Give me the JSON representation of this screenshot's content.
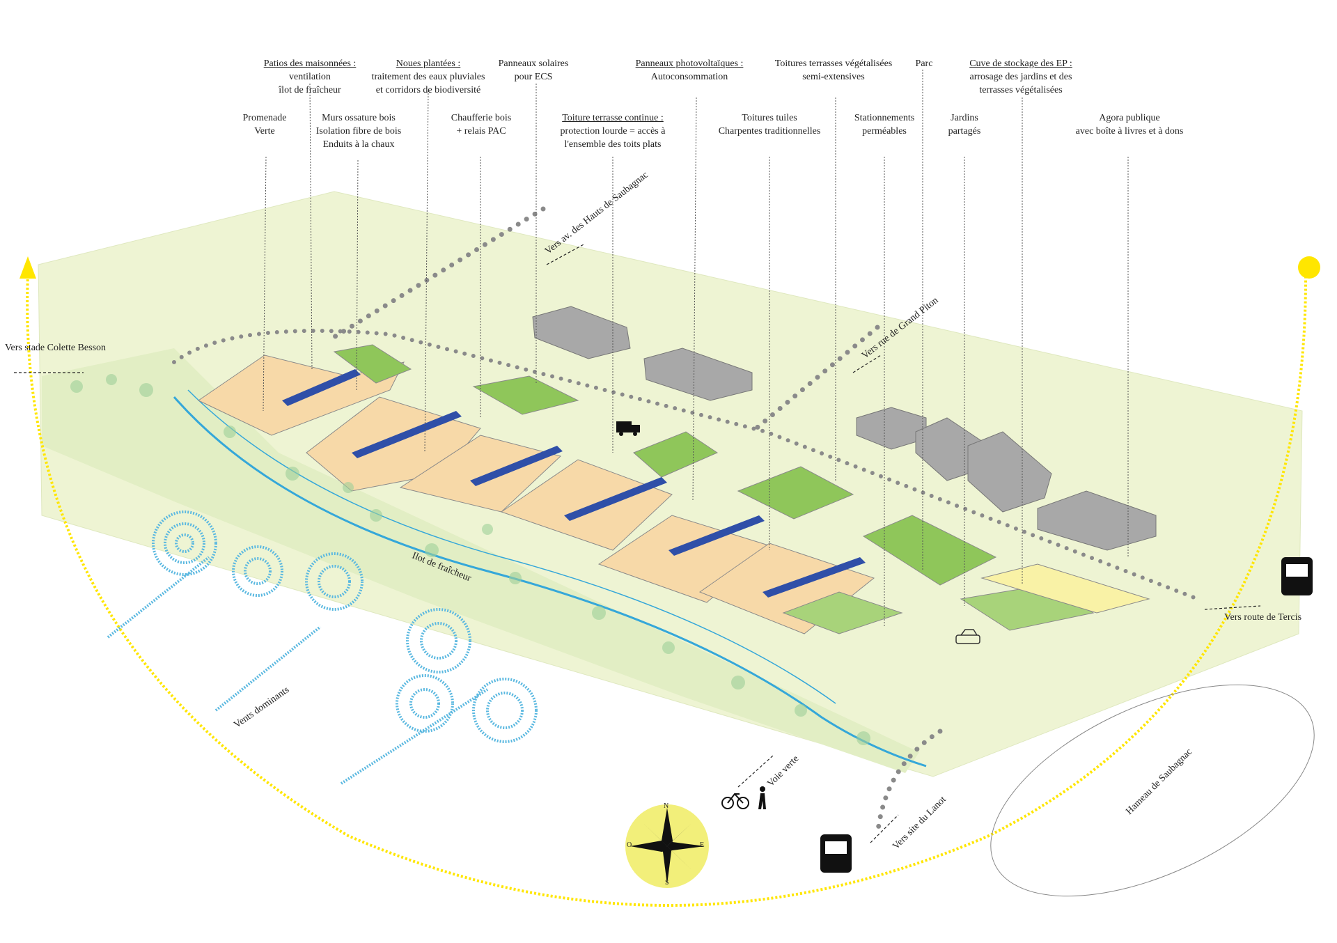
{
  "labels": {
    "patios": {
      "title": "Patios des maisonnées :",
      "l1": "ventilation",
      "l2": "îlot de fraîcheur"
    },
    "noues": {
      "title": "Noues plantées :",
      "l1": "traitement des eaux pluviales",
      "l2": "et corridors de biodiversité"
    },
    "solaires": {
      "l1": "Panneaux solaires",
      "l2": "pour ECS"
    },
    "photovoltaiques": {
      "title": "Panneaux photovoltaïques :",
      "l1": "Autoconsommation"
    },
    "toitures_vegetalisees": {
      "l1": "Toitures terrasses végétalisées",
      "l2": "semi-extensives"
    },
    "parc": "Parc",
    "cuve": {
      "title": "Cuve de stockage des EP :",
      "l1": "arrosage des jardins et des",
      "l2": "terrasses végétalisées"
    },
    "promenade": {
      "l1": "Promenade",
      "l2": "Verte"
    },
    "murs": {
      "l1": "Murs ossature bois",
      "l2": "Isolation fibre de bois",
      "l3": "Enduits à la chaux"
    },
    "chaufferie": {
      "l1": "Chaufferie bois",
      "l2": "+ relais PAC"
    },
    "toiture_continue": {
      "title": "Toiture terrasse continue :",
      "l1": "protection lourde = accès à",
      "l2": "l'ensemble des toits plats"
    },
    "tuiles": {
      "l1": "Toitures tuiles",
      "l2": "Charpentes traditionnelles"
    },
    "stationnements": {
      "l1": "Stationnements",
      "l2": "perméables"
    },
    "jardins": {
      "l1": "Jardins",
      "l2": "partagés"
    },
    "agora": {
      "l1": "Agora publique",
      "l2": "avec boîte à livres et à dons"
    }
  },
  "map_text": {
    "stade": "Vers stade Colette Besson",
    "hauts": "Vers av. des Hauts de Saubagnac",
    "grand_piton": "Vers rue de Grand Piton",
    "tercis": "Vers route de Tercis",
    "ilot": "Ilot de fraîcheur",
    "vents": "Vents dominants",
    "voie_verte": "Voie verte",
    "lanot": "Vers site du Lanot",
    "hameau": "Hameau de Saubagnac"
  },
  "compass": {
    "n": "N",
    "s": "S",
    "e": "E",
    "o": "O"
  },
  "colors": {
    "ground": "#eef4d3",
    "roof_tile": "#f7d9a8",
    "roof_green": "#8fc65a",
    "solar": "#2f4fa8",
    "water": "#35a7d9",
    "sun": "#ffe600",
    "wind": "#5ab8e0",
    "compass_bg": "#f2ef7a",
    "house": "#a8a8a8"
  }
}
